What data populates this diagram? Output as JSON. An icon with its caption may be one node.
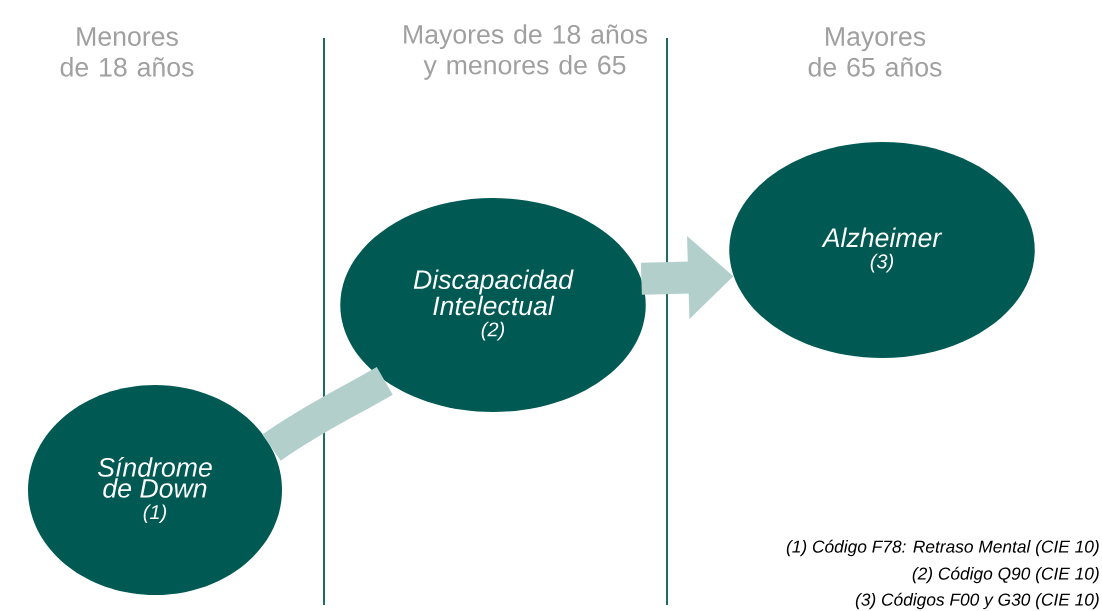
{
  "diagram": {
    "nodes": [
      {
        "text": [
          "Síndrome de Down",
          "(1)"
        ]
      },
      {
        "text": [
          "Discapacidad Intelectual",
          "(2)"
        ]
      },
      {
        "text": [
          "Alzheimer",
          "(3)"
        ]
      }
    ],
    "edges": [
      {
        "from": 0,
        "to": 1,
        "arrow": "none"
      },
      {
        "from": 1,
        "to": 2,
        "arrow": "to"
      }
    ],
    "labels": [
      "Menores de 18 años",
      "Mayores de 18 años y menores de 65",
      "Mayores de 65 años",
      "(1) Código F78: Retraso Mental (CIE 10)",
      "(2) Código Q90 (CIE 10)",
      "(3) Códigos F00 y G30 (CIE 10)"
    ]
  }
}
